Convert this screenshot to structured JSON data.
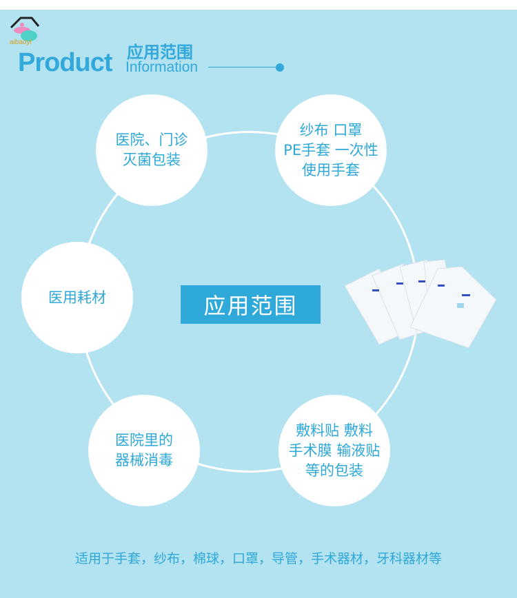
{
  "header": {
    "brand": "aibaoyl",
    "product": "Product",
    "title_cn": "应用范围",
    "info": "Information"
  },
  "center_label": "应用范围",
  "circles": [
    "医院、门诊\n灭菌包装",
    "纱布 口罩\nPE手套 一次性\n使用手套",
    "医用耗材",
    "医院里的\n器械消毒",
    "敷料贴 敷料\n手术膜 输液贴\n等的包装"
  ],
  "footer": "适用于手套，纱布，棉球，口罩，导管，手术器材，牙科器材等",
  "colors": {
    "background": "#b3e2f0",
    "accent": "#2fa9d9"
  }
}
